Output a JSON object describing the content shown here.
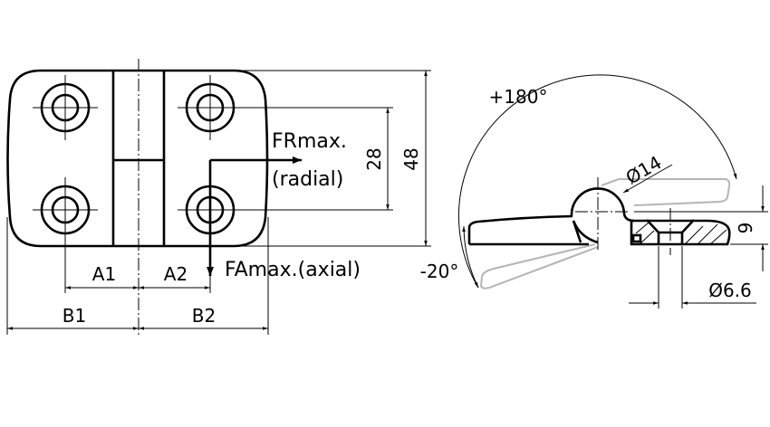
{
  "front_view": {
    "force_radial_line1": "FRmax.",
    "force_radial_line2": "(radial)",
    "force_axial": "FAmax.(axial)",
    "dim_hole_spacing": "28",
    "dim_height": "48",
    "dim_a1": "A1",
    "dim_a2": "A2",
    "dim_b1": "B1",
    "dim_b2": "B2"
  },
  "side_view": {
    "angle_open": "+180°",
    "angle_back": "-20°",
    "dim_knuckle": "Ø14",
    "dim_thickness": "9",
    "dim_hole": "Ø6.6"
  }
}
